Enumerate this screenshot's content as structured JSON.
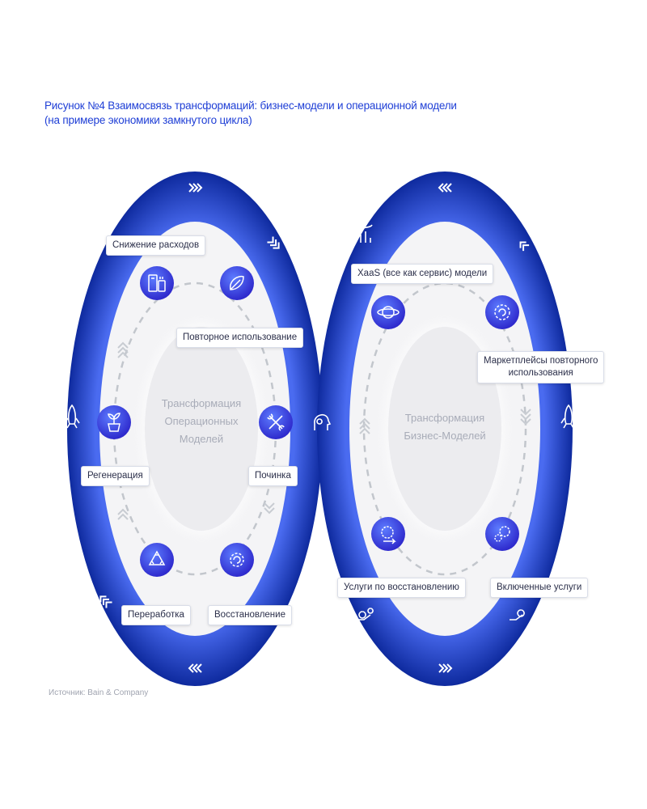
{
  "title": {
    "line1": "Рисунок №4 Взаимосвязь трансформаций: бизнес-модели и операционной модели",
    "line2": "(на примере экономики замкнутого цикла)"
  },
  "left_circle": {
    "center_line1": "Трансформация",
    "center_line2": "Операционных",
    "center_line3": "Моделей",
    "items": [
      {
        "label": "Снижение расходов",
        "icon": "appliances-icon"
      },
      {
        "label": "Повторное использование",
        "icon": "leaves-icon"
      },
      {
        "label": "Починка",
        "icon": "tools-icon"
      },
      {
        "label": "Восстановление",
        "icon": "gear-refresh-icon"
      },
      {
        "label": "Переработка",
        "icon": "recycle-icon"
      },
      {
        "label": "Регенерация",
        "icon": "plant-pot-icon"
      }
    ]
  },
  "right_circle": {
    "center_line1": "Трансформация",
    "center_line2": "Бизнес-Моделей",
    "items": [
      {
        "label": "XaaS (все как сервис) модели",
        "icon": "planet-icon"
      },
      {
        "label_line1": "Маркетплейсы повторного",
        "label_line2": "использования",
        "icon": "gear-cycle-icon"
      },
      {
        "label": "Включенные услуги",
        "icon": "gears-icon"
      },
      {
        "label": "Услуги по восстановлению",
        "icon": "gear-arrow-icon"
      }
    ]
  },
  "source": "Источник: Bain & Company",
  "colors": {
    "title": "#1f3fd6",
    "ring_dark": "#1030a8",
    "ring_mid": "#3a5ae0",
    "icon_circle": "#3b3fd8",
    "center": "#f2f2f4",
    "dash": "#c2c6cc"
  }
}
